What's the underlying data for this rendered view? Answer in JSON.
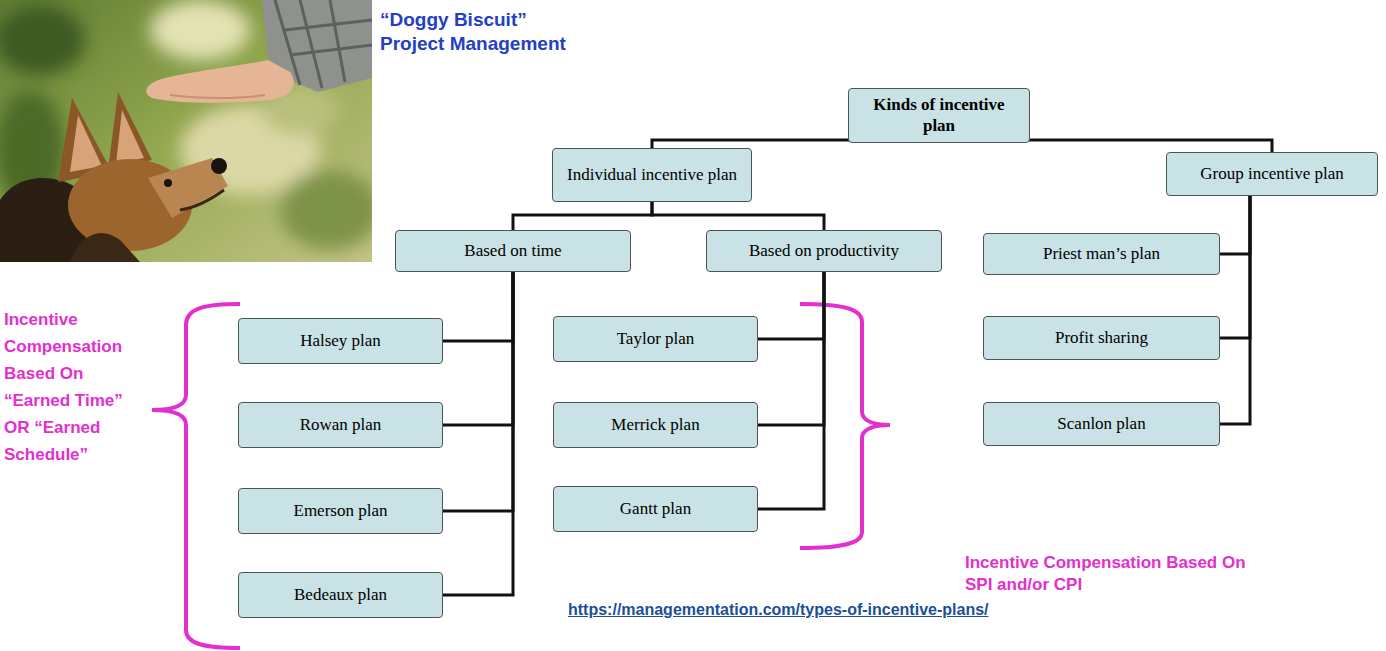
{
  "diagram": {
    "title": "“Doggy Biscuit” Project Management",
    "nodes": [
      {
        "text": [
          "Kinds of incentive plan"
        ]
      },
      {
        "text": [
          "Individual incentive plan"
        ]
      },
      {
        "text": [
          "Group incentive plan"
        ]
      },
      {
        "text": [
          "Based on time"
        ]
      },
      {
        "text": [
          "Based on productivity"
        ]
      },
      {
        "text": [
          "Priest man’s plan"
        ]
      },
      {
        "text": [
          "Halsey plan"
        ]
      },
      {
        "text": [
          "Rowan plan"
        ]
      },
      {
        "text": [
          "Emerson plan"
        ]
      },
      {
        "text": [
          "Bedeaux plan"
        ]
      },
      {
        "text": [
          "Taylor plan"
        ]
      },
      {
        "text": [
          "Merrick plan"
        ]
      },
      {
        "text": [
          "Gantt plan"
        ]
      },
      {
        "text": [
          "Profit sharing"
        ]
      },
      {
        "text": [
          "Scanlon plan"
        ]
      }
    ],
    "edges": [
      {
        "from": 0,
        "to": 1,
        "arrow": "none"
      },
      {
        "from": 0,
        "to": 2,
        "arrow": "none"
      },
      {
        "from": 1,
        "to": 3,
        "arrow": "none"
      },
      {
        "from": 1,
        "to": 4,
        "arrow": "none"
      },
      {
        "from": 2,
        "to": 5,
        "arrow": "none"
      },
      {
        "from": 3,
        "to": 6,
        "arrow": "none"
      },
      {
        "from": 3,
        "to": 7,
        "arrow": "none"
      },
      {
        "from": 3,
        "to": 8,
        "arrow": "none"
      },
      {
        "from": 3,
        "to": 9,
        "arrow": "none"
      },
      {
        "from": 4,
        "to": 10,
        "arrow": "none"
      },
      {
        "from": 4,
        "to": 11,
        "arrow": "none"
      },
      {
        "from": 4,
        "to": 12,
        "arrow": "none"
      },
      {
        "from": 2,
        "to": 13,
        "arrow": "none"
      },
      {
        "from": 2,
        "to": 14,
        "arrow": "none"
      }
    ],
    "labels": [
      "Incentive Compensation Based On “Earned Time” OR “Earned Schedule”",
      "Incentive Compensation Based On SPI and/or CPI",
      "https://managementation.com/types-of-incentive-plans/"
    ]
  }
}
